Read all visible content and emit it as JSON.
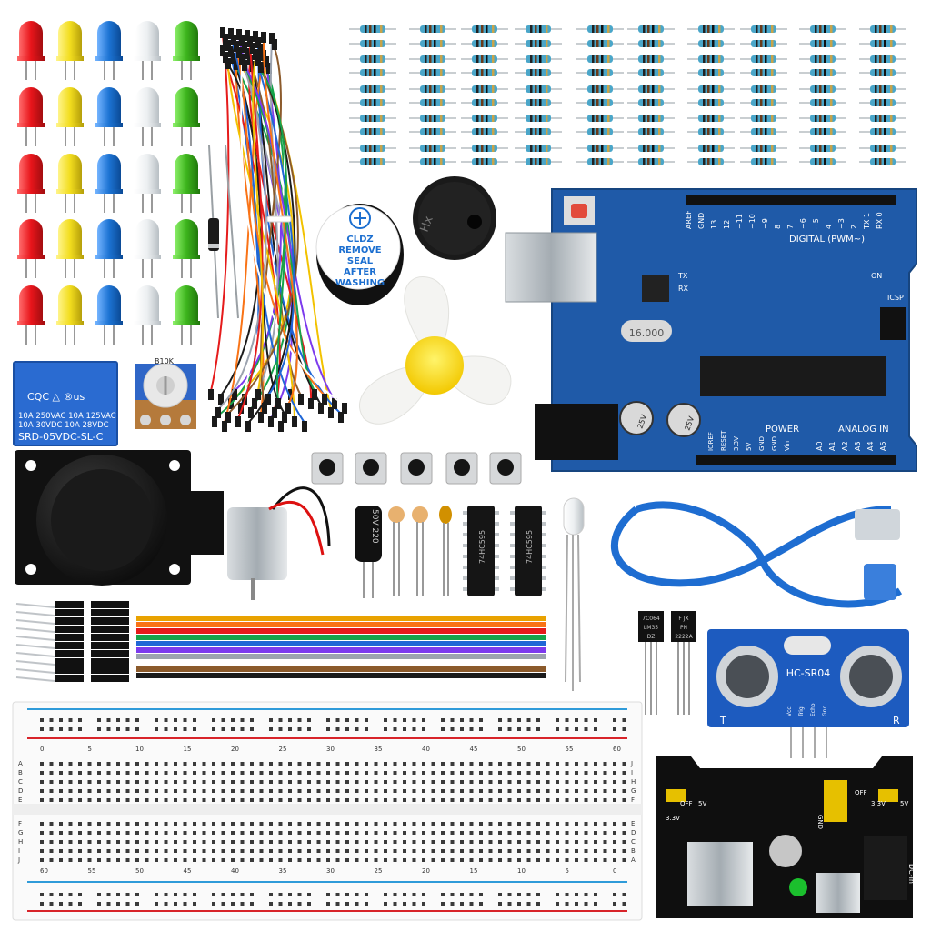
{
  "relay": {
    "line1": "10A 250VAC 10A 125VAC",
    "line2": "10A 30VDC 10A 28VDC",
    "model": "SRD-05VDC-SL-C"
  },
  "pot": {
    "label": "B10K"
  },
  "buzzer": {
    "line1": "CLDZ",
    "line2": "REMOVE",
    "line3": "SEAL",
    "line4": "AFTER",
    "line5": "WASHING"
  },
  "passive_buzzer": {
    "label": "Hx"
  },
  "arduino": {
    "digital_label": "DIGITAL (PWM~)",
    "power_label": "POWER",
    "analog_label": "ANALOG IN",
    "icsp_label": "ICSP",
    "on_label": "ON",
    "tx_label": "TX",
    "rx_label": "RX",
    "crystal": "16.000",
    "cap1": "25V",
    "cap2": "25V",
    "top_pins": [
      "AREF",
      "GND",
      "13",
      "12",
      "~11",
      "~10",
      "~9",
      "8",
      "7",
      "~6",
      "~5",
      "4",
      "~3",
      "2",
      "TX 1",
      "RX 0"
    ],
    "power_pins": [
      "IOREF",
      "RESET",
      "3.3V",
      "5V",
      "GND",
      "GND",
      "Vin"
    ],
    "analog_pins": [
      "A0",
      "A1",
      "A2",
      "A3",
      "A4",
      "A5"
    ]
  },
  "capacitor": {
    "label": "50V 220"
  },
  "ic1": {
    "label": "74HC595"
  },
  "ic2": {
    "label": "74HC595"
  },
  "transistor1": {
    "line1": "7C064",
    "line2": "LM35",
    "line3": "DZ"
  },
  "transistor2": {
    "line1": "F JX",
    "line2": "PN",
    "line3": "2222A"
  },
  "ultrasonic": {
    "model": "HC-SR04",
    "t": "T",
    "r": "R",
    "pins": [
      "Vcc",
      "Trig",
      "Echo",
      "Gnd"
    ]
  },
  "breadboard": {
    "top_numbers": [
      "0",
      "5",
      "10",
      "15",
      "20",
      "25",
      "30",
      "35",
      "40",
      "45",
      "50",
      "55",
      "60"
    ],
    "bottom_numbers": [
      "60",
      "55",
      "50",
      "45",
      "40",
      "35",
      "30",
      "25",
      "20",
      "15",
      "10",
      "5",
      "0"
    ],
    "rows_top": [
      "A",
      "B",
      "C",
      "D",
      "E"
    ],
    "rows_bottom": [
      "F",
      "G",
      "H",
      "I",
      "J"
    ],
    "rows_right_top": [
      "J",
      "I",
      "H",
      "G",
      "F"
    ],
    "rows_right_bottom": [
      "E",
      "D",
      "C",
      "B",
      "A"
    ]
  },
  "power_module": {
    "left_v": "3.3V",
    "left_off": "OFF",
    "left_5v": "5V",
    "right_v": "3.3V",
    "right_off": "OFF",
    "right_5v": "5V",
    "dcin": "DC-in",
    "gnd": "GND"
  },
  "colors": {
    "led_red": "#e8151b",
    "led_yellow": "#f2dd1e",
    "led_blue": "#1c73d3",
    "led_white": "#eceff1",
    "led_green": "#3db51d",
    "arduino_blue": "#1f5aa8",
    "relay_blue": "#2a6bd1",
    "sensor_blue": "#1d5bbf"
  }
}
